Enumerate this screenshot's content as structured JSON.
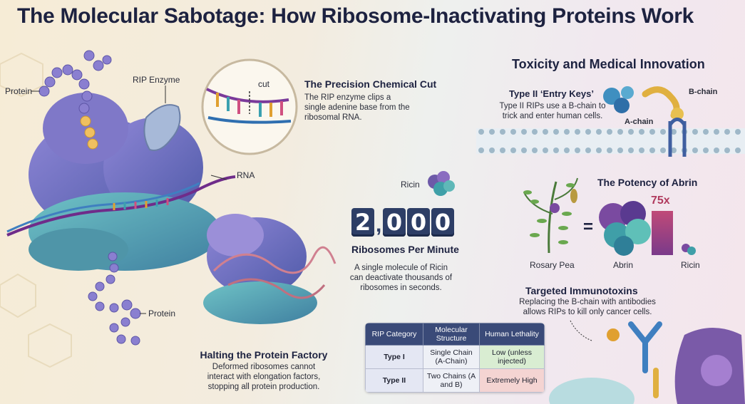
{
  "title": "The Molecular Sabotage: How Ribosome-Inactivating Proteins Work",
  "left": {
    "label_protein_top": "Protein",
    "label_rip_enzyme": "RIP Enzyme",
    "label_rna": "RNA",
    "label_protein_bottom": "Protein"
  },
  "cut_panel": {
    "cut_label": "cut",
    "heading": "The Precision Chemical Cut",
    "body": "The RIP enzyme clips a single adenine base from the ribosomal RNA."
  },
  "ricin_stat": {
    "ricin_label": "Ricin",
    "digits": [
      "2",
      "0",
      "0",
      "0"
    ],
    "comma": ",",
    "heading": "Ribosomes Per Minute",
    "body": "A single molecule of Ricin can deactivate thousands of ribosomes in seconds."
  },
  "halting": {
    "heading": "Halting the Protein Factory",
    "body": "Deformed ribosomes cannot interact with elongation factors, stopping all protein production."
  },
  "table": {
    "headers": [
      "RIP Category",
      "Molecular Structure",
      "Human Lethality"
    ],
    "rows": [
      {
        "category": "Type I",
        "structure": "Single Chain (A-Chain)",
        "lethality": "Low (unless injected)"
      },
      {
        "category": "Type II",
        "structure": "Two Chains (A and B)",
        "lethality": "Extremely High"
      }
    ]
  },
  "right": {
    "heading": "Toxicity and Medical Innovation",
    "entry_keys": {
      "heading": "Type II ‘Entry Keys’",
      "body": "Type II RIPs use a B-chain to trick and enter human cells.",
      "a_chain": "A-chain",
      "b_chain": "B-chain"
    },
    "potency": {
      "heading": "The Potency of Abrin",
      "multiplier": "75x",
      "equals": "=",
      "rosary_pea": "Rosary Pea",
      "abrin": "Abrin",
      "ricin": "Ricin"
    },
    "immunotoxins": {
      "heading": "Targeted Immunotoxins",
      "body": "Replacing the B-chain with antibodies allows RIPs to kill only cancer cells."
    }
  },
  "colors": {
    "navy": "#1d2240",
    "ribosome_purple": "#6f6bb8",
    "ribosome_teal": "#4fa3b0",
    "membrane": "#a9c2d0",
    "bar_abrin": "#a03a5e",
    "low_green": "#d9edd2",
    "high_red": "#f4d4d2"
  }
}
